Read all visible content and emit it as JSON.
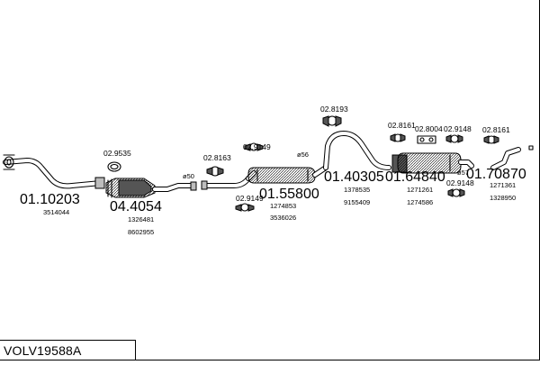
{
  "diagram": {
    "code": "VOLV19588A",
    "big_labels": {
      "p1": "01.10203",
      "p2": "04.4054",
      "p3": "01.55800",
      "p4": "01.40305",
      "p5": "01.64840",
      "p6": "01.70870"
    },
    "refs": {
      "p1": [
        "3514044"
      ],
      "p2": [
        "1326481",
        "8602955"
      ],
      "p3": [
        "1274853",
        "3536026"
      ],
      "p4": [
        "1378535",
        "9155409"
      ],
      "p5": [
        "1271261",
        "1274586"
      ],
      "p6": [
        "1271361",
        "1328950"
      ]
    },
    "accessories": {
      "a1": "02.9535",
      "a2": "02.8163",
      "a3": "02.9149",
      "a4": "02.9149",
      "a5": "02.8193",
      "a6": "02.8161",
      "a7": "02.8004",
      "a8": "02.9148",
      "a9": "02.8161",
      "a10": "02.9148"
    },
    "dims": {
      "d1": "ø50",
      "d2": "ø56",
      "d3": "ø57"
    }
  }
}
